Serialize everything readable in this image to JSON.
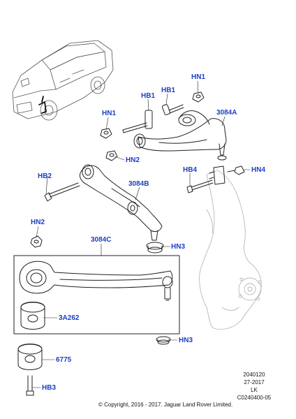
{
  "callouts": {
    "hn1_top": "HN1",
    "hb1_left": "HB1",
    "hb1_right": "HB1",
    "hn1_left": "HN1",
    "c3084a": "3084A",
    "hn2_upper": "HN2",
    "hb2": "HB2",
    "c3084b": "3084B",
    "hb4": "HB4",
    "hn4": "HN4",
    "hn2_lower": "HN2",
    "c3084c": "3084C",
    "hn3_upper": "HN3",
    "c3a262": "3A262",
    "hn3_lower": "HN3",
    "c6775": "6775",
    "hb3": "HB3"
  },
  "footer": {
    "ref_1": "2040120",
    "ref_2": "27-2017",
    "ref_3": "LK",
    "ref_4": "C0240400-05",
    "copyright": "© Copyright, 2016 - 2017. Jaguar Land Rover Limited."
  },
  "colors": {
    "callout": "#1a3fc4",
    "line_art": "#222222",
    "ghost_art": "#b8b8b8"
  }
}
